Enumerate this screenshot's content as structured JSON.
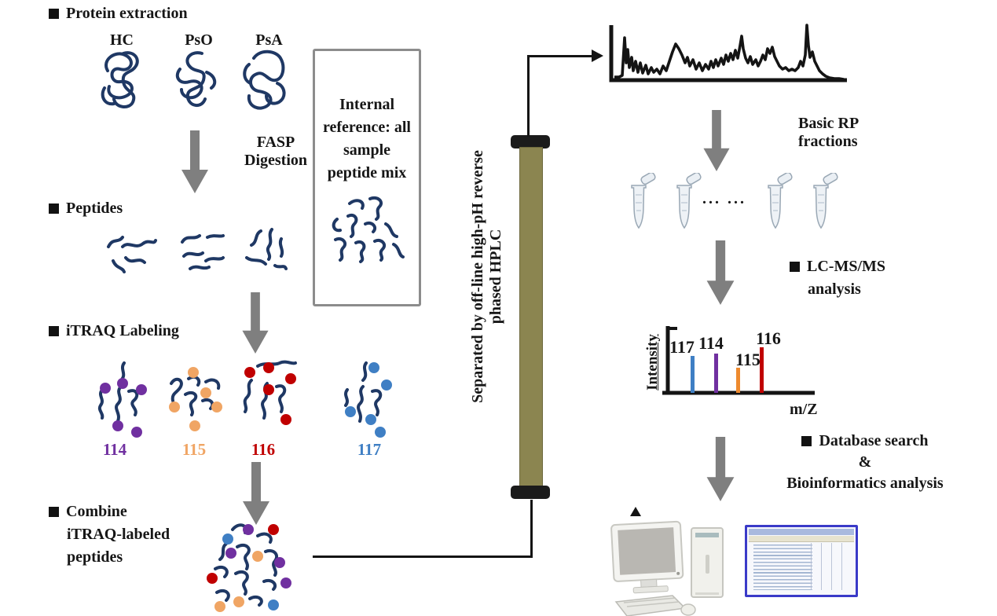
{
  "palette": {
    "navy": "#1f3864",
    "arrow_gray": "#7f7f7f",
    "column_olive": "#8b8550",
    "box_border_gray": "#8c8c8c",
    "table_border_blue": "#3a3ac8"
  },
  "workflow": {
    "protein_extraction_label": "Protein extraction",
    "samples": [
      "HC",
      "PsO",
      "PsA"
    ],
    "fasp": {
      "line1": "FASP",
      "line2": "Digestion"
    },
    "peptides_label": "Peptides",
    "itraq_labeling_label": "iTRAQ Labeling",
    "combine": {
      "line1": "Combine",
      "line2": "iTRAQ-labeled",
      "line3": "peptides"
    },
    "reference_box_text": "Internal reference: all sample peptide mix"
  },
  "itraq_tags": [
    {
      "id": "114",
      "color": "#7030a0"
    },
    {
      "id": "115",
      "color": "#f0a564"
    },
    {
      "id": "116",
      "color": "#c00000"
    },
    {
      "id": "117",
      "color": "#3f7fc4"
    }
  ],
  "hplc_column": {
    "label_line1": "Separated by off-line high-pH reverse",
    "label_line2": "phased HPLC"
  },
  "right_panel": {
    "basic_rp": {
      "line1": "Basic RP",
      "line2": "fractions"
    },
    "tube_ellipsis": "...  ...",
    "lcms": {
      "line1": "LC-MS/MS",
      "line2": "analysis"
    },
    "database": {
      "line1": "Database search",
      "line2": "&",
      "line3": "Bioinformatics analysis"
    }
  },
  "spectrum": {
    "ylabel": "Intensity",
    "xlabel": "m/Z",
    "peaks": [
      {
        "label": "117",
        "color": "#3f7fc4",
        "rel_height": 0.81
      },
      {
        "label": "114",
        "color": "#7030a0",
        "rel_height": 0.86
      },
      {
        "label": "115",
        "color": "#ee8a2e",
        "rel_height": 0.55
      },
      {
        "label": "116",
        "color": "#c00000",
        "rel_height": 1.0
      }
    ]
  }
}
